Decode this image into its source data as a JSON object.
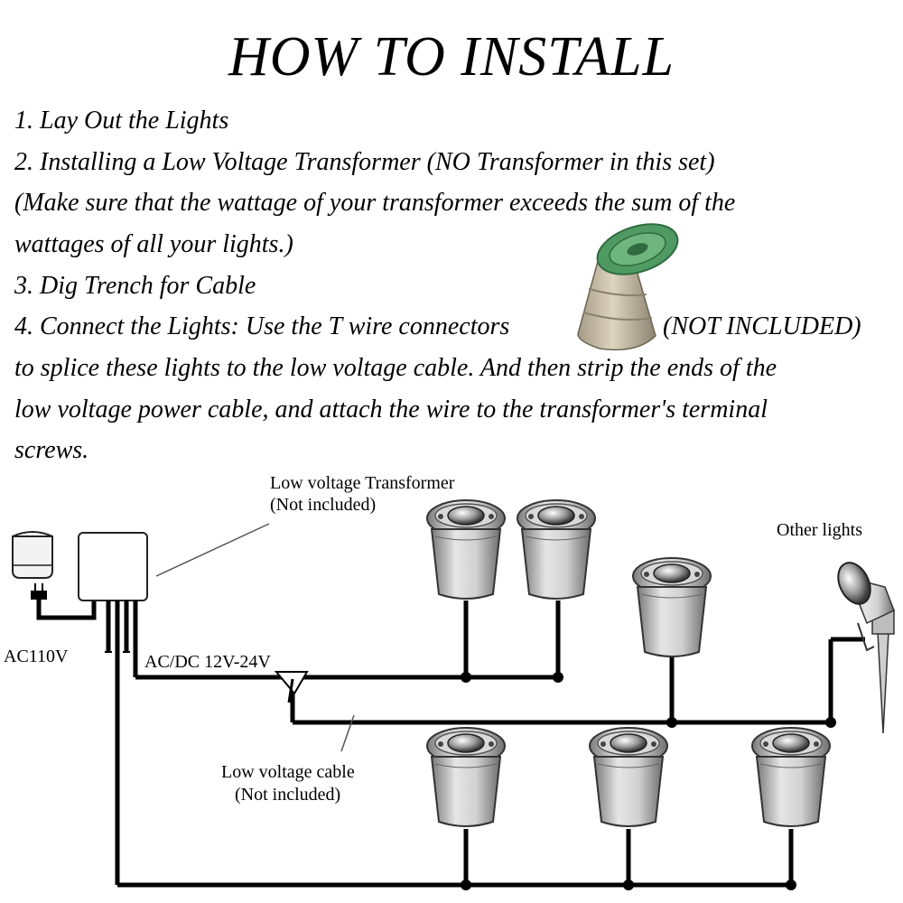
{
  "title": "HOW TO INSTALL",
  "steps": {
    "s1": "1.  Lay Out the Lights",
    "s2": "2.  Installing a Low Voltage Transformer (NO Transformer in this set)",
    "s2note_a": "(Make sure that the wattage of your transformer exceeds the sum of the",
    "s2note_b": "wattages of all your lights.)",
    "s3": "3.  Dig Trench for Cable",
    "s4a": "4.  Connect the Lights: Use the T wire connectors",
    "s4b": "(NOT INCLUDED)",
    "s4c": "to splice these lights to the low voltage cable. And then strip the ends of the",
    "s4d": "low voltage power cable, and attach the wire to the transformer's terminal",
    "s4e": "screws."
  },
  "labels": {
    "transformer_1": "Low voltage Transformer",
    "transformer_2": "(Not included)",
    "other_lights": "Other lights",
    "ac": "AC110V",
    "acdc": "AC/DC 12V-24V",
    "cable_1": "Low voltage cable",
    "cable_2": "(Not included)"
  },
  "colors": {
    "connector_body": "#c9bfa8",
    "connector_cap": "#4f9a62",
    "metal": "#b8b8b8"
  },
  "icons": [
    "wire-connector-icon",
    "wall-outlet-icon",
    "transformer-box-icon",
    "inground-light-icon",
    "spot-light-icon"
  ]
}
